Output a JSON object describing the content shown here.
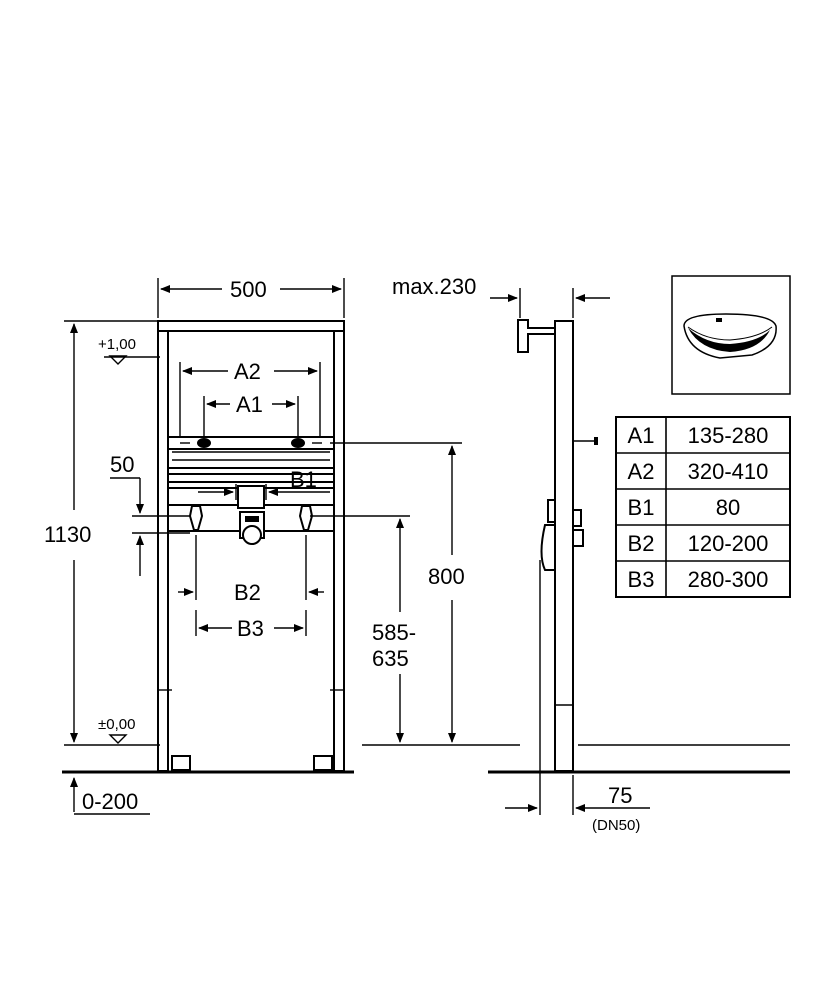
{
  "front": {
    "width": "500",
    "height_total": "1130",
    "level_top": "+1,00",
    "level_zero": "±0,00",
    "floor_adjust": "0-200",
    "a2": "A2",
    "a1": "A1",
    "b1": "B1",
    "b2": "B2",
    "b3": "B3",
    "dim_50": "50",
    "dim_800": "800",
    "dim_585": "585-",
    "dim_635": "635"
  },
  "side": {
    "max": "max.230",
    "dim_75": "75",
    "dn": "(DN50)"
  },
  "table": [
    {
      "key": "A1",
      "value": "135-280"
    },
    {
      "key": "A2",
      "value": "320-410"
    },
    {
      "key": "B1",
      "value": "80"
    },
    {
      "key": "B2",
      "value": "120-200"
    },
    {
      "key": "B3",
      "value": "280-300"
    }
  ],
  "thumbnail": {
    "icon": "washbasin-icon"
  }
}
